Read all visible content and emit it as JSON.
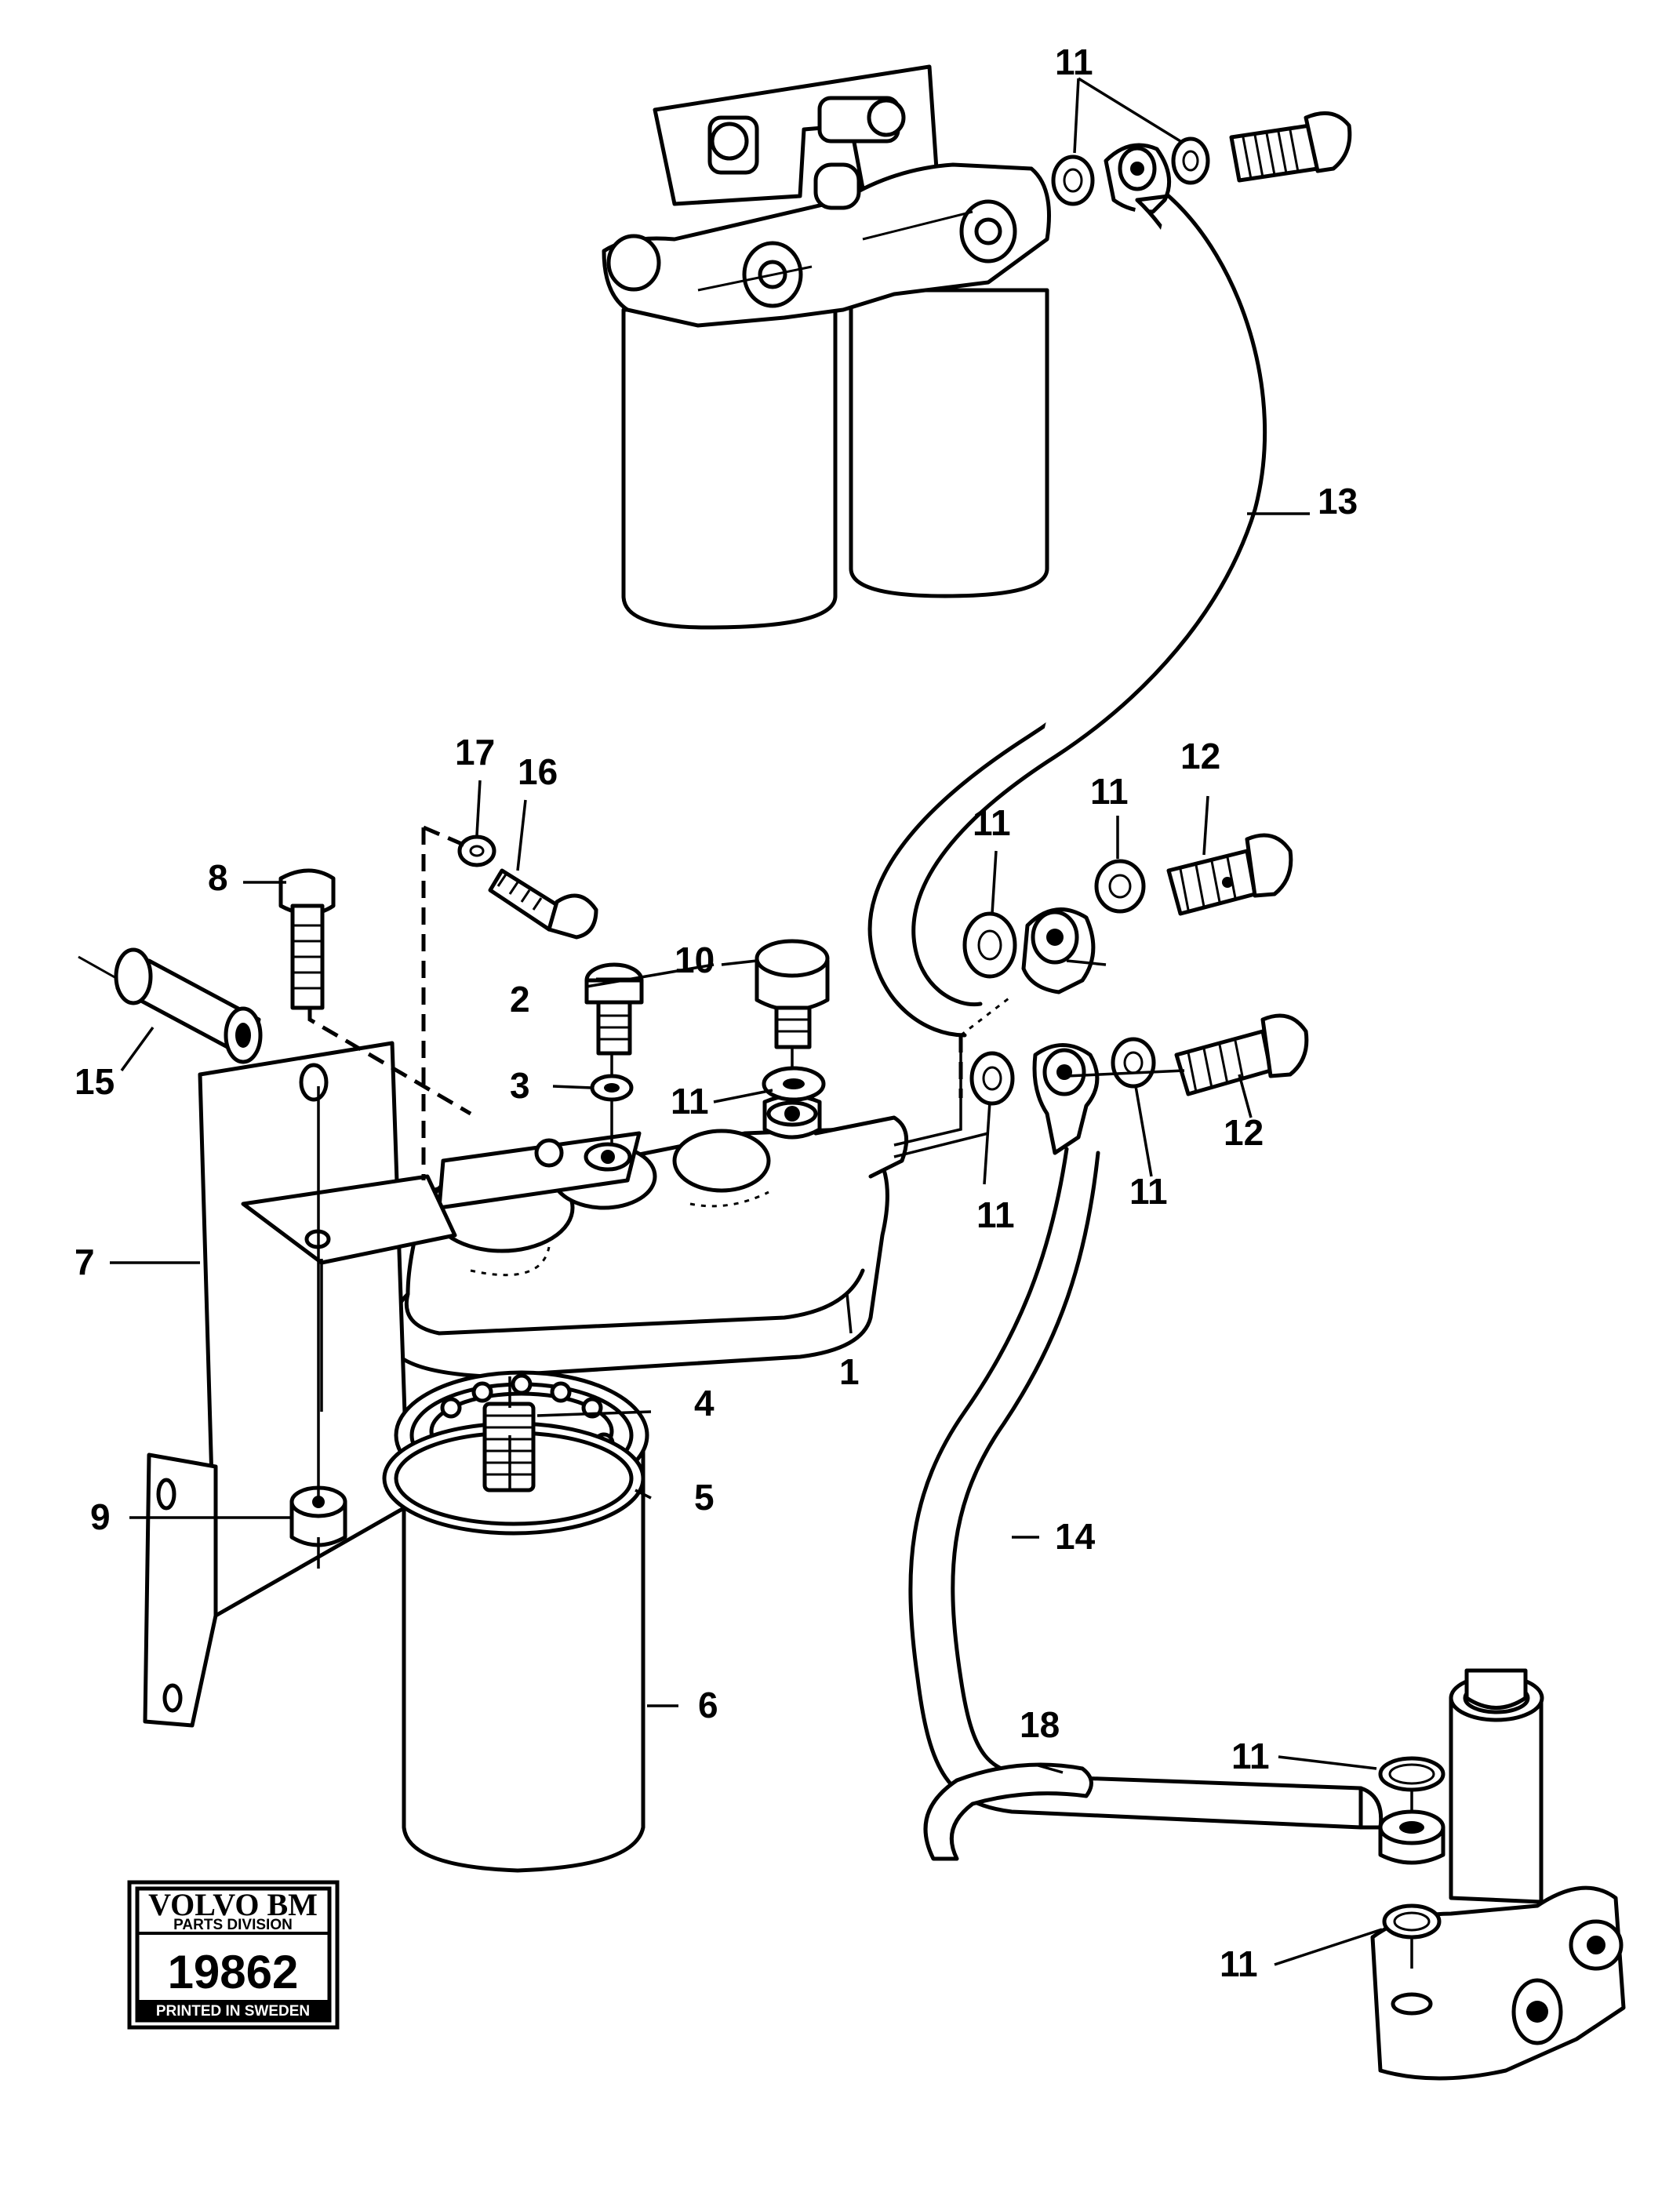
{
  "callouts": {
    "c1": "1",
    "c2": "2",
    "c3": "3",
    "c4": "4",
    "c5": "5",
    "c6": "6",
    "c7": "7",
    "c8": "8",
    "c9": "9",
    "c10": "10",
    "c11_top": "11",
    "c11_a": "11",
    "c11_b": "11",
    "c11_c": "11",
    "c11_d": "11",
    "c11_e": "11",
    "c11_f": "11",
    "c11_g": "11",
    "c12_a": "12",
    "c12_b": "12",
    "c13": "13",
    "c14": "14",
    "c15": "15",
    "c16": "16",
    "c17": "17",
    "c18": "18"
  },
  "stamp": {
    "brand": "VOLVO BM",
    "division": "PARTS DIVISION",
    "number": "19862",
    "printed": "PRINTED IN SWEDEN"
  }
}
